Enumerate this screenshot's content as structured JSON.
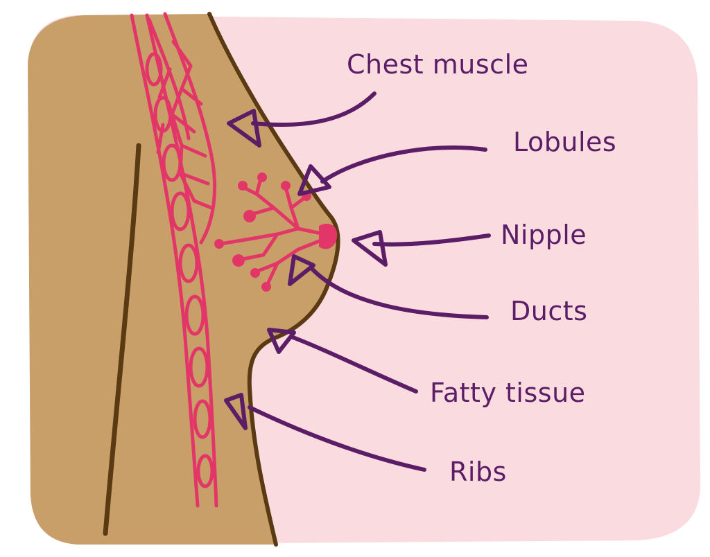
{
  "colors": {
    "background_panel": "#fadbe0",
    "skin": "#c99f69",
    "outline": "#5a3a12",
    "tissue": "#e23668",
    "label_and_arrow": "#5b1e66"
  },
  "labels": [
    {
      "id": "chest-muscle",
      "text": "Chest muscle"
    },
    {
      "id": "lobules",
      "text": "Lobules"
    },
    {
      "id": "nipple",
      "text": "Nipple"
    },
    {
      "id": "ducts",
      "text": "Ducts"
    },
    {
      "id": "fatty-tissue",
      "text": "Fatty tissue"
    },
    {
      "id": "ribs",
      "text": "Ribs"
    }
  ]
}
